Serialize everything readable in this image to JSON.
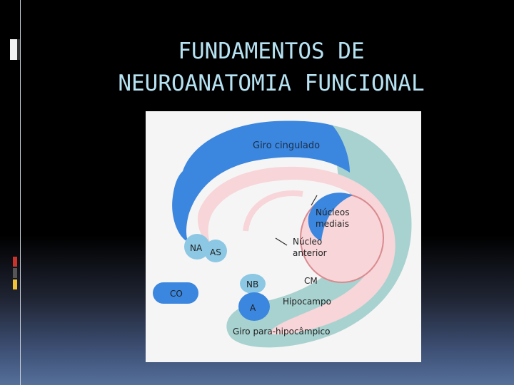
{
  "slide": {
    "title_line1": "FUNDAMENTOS DE",
    "title_line2": "NEUROANATOMIA FUNCIONAL"
  },
  "figure": {
    "labels": {
      "giro_cingulado": "Giro cingulado",
      "nucleos_mediais_1": "Núcleos",
      "nucleos_mediais_2": "mediais",
      "nucleo_anterior_1": "Núcleo",
      "nucleo_anterior_2": "anterior",
      "na": "NA",
      "as": "AS",
      "co": "CO",
      "nb": "NB",
      "cm": "CM",
      "hipocampo": "Hipocampo",
      "a": "A",
      "giro_para_hipocampico": "Giro para-hipocâmpico"
    },
    "colors": {
      "blue": "#3b86de",
      "light_blue": "#8cc8e3",
      "teal": "#a8d2cf",
      "pink": "#f7d5d8",
      "paper": "#f6f5f5"
    }
  }
}
